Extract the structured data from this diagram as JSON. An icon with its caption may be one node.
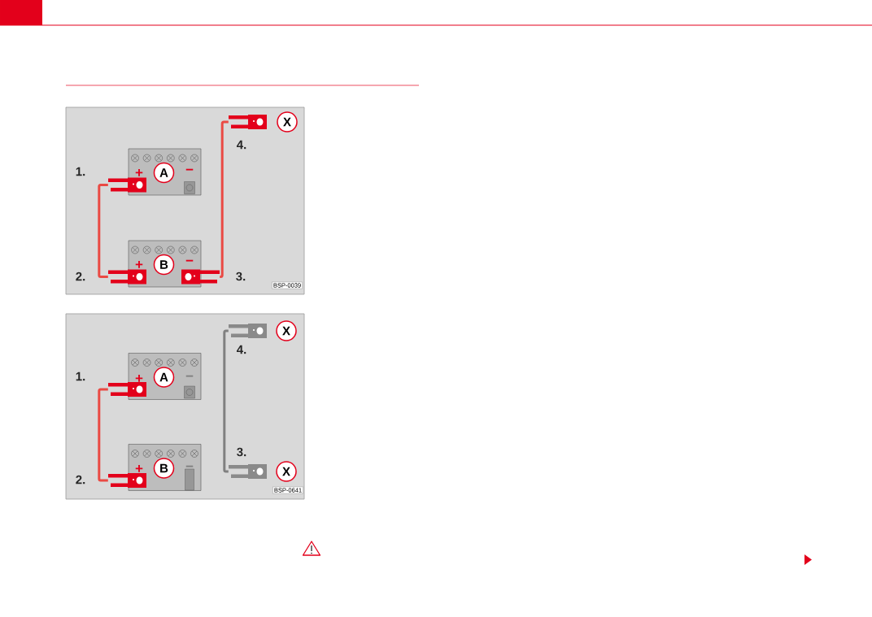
{
  "diagram": {
    "nodes": [
      {
        "text": [
          "A"
        ]
      },
      {
        "text": [
          "B"
        ]
      },
      {
        "text": [
          "X"
        ]
      },
      {
        "text": [
          "A"
        ]
      },
      {
        "text": [
          "B"
        ]
      },
      {
        "text": [
          "X"
        ]
      },
      {
        "text": [
          "X"
        ]
      },
      {
        "text": [],
        "shape": "clamp"
      },
      {
        "text": [],
        "shape": "clamp"
      },
      {
        "text": [],
        "shape": "clamp"
      },
      {
        "text": [],
        "shape": "clamp"
      },
      {
        "text": [],
        "shape": "clamp"
      },
      {
        "text": [],
        "shape": "clamp"
      },
      {
        "text": [],
        "shape": "clamp"
      },
      {
        "text": [],
        "shape": "clamp"
      }
    ],
    "edges": [
      {
        "from": 7,
        "to": 8,
        "arrow": "none"
      },
      {
        "from": 9,
        "to": 10,
        "arrow": "none"
      },
      {
        "from": 11,
        "to": 12,
        "arrow": "none"
      },
      {
        "from": 13,
        "to": 14,
        "arrow": "none",
        "color": "#808080"
      }
    ],
    "labels": [
      "4.",
      "1.",
      "+",
      "−",
      "+",
      "−",
      "2.",
      "3.",
      "BSP-0039",
      "4.",
      "1.",
      "+",
      "−",
      "3.",
      "+",
      "−",
      "2.",
      "BSP-0641"
    ]
  }
}
